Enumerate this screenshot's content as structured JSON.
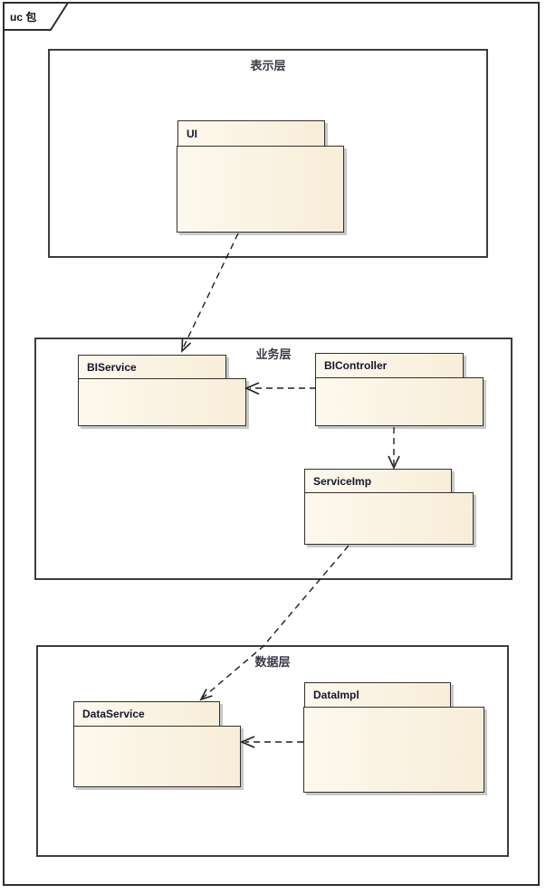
{
  "frame": {
    "label": "uc 包"
  },
  "layers": [
    {
      "label": "表示层",
      "packages": [
        {
          "name": "UI"
        }
      ]
    },
    {
      "label": "业务层",
      "packages": [
        {
          "name": "BIService"
        },
        {
          "name": "BIController"
        },
        {
          "name": "ServiceImp"
        }
      ]
    },
    {
      "label": "数据层",
      "packages": [
        {
          "name": "DataService"
        },
        {
          "name": "DataImpl"
        }
      ]
    }
  ],
  "connectors": [
    {
      "from": "UI",
      "to": "BIService",
      "style": "dashed-open-arrow"
    },
    {
      "from": "BIController",
      "to": "BIService",
      "style": "dashed-open-arrow"
    },
    {
      "from": "BIController",
      "to": "ServiceImp",
      "style": "dashed-open-arrow"
    },
    {
      "from": "ServiceImp",
      "to": "DataService",
      "style": "dashed-open-arrow"
    },
    {
      "from": "DataImpl",
      "to": "DataService",
      "style": "dashed-open-arrow"
    }
  ],
  "colors": {
    "package_fill_light": "#fdf9ee",
    "package_fill_dark": "#f8edd8",
    "package_border": "#33302c",
    "shadow": "#c9c9c9",
    "line": "#1f1f1f",
    "frame_border": "#2e2e2e"
  }
}
